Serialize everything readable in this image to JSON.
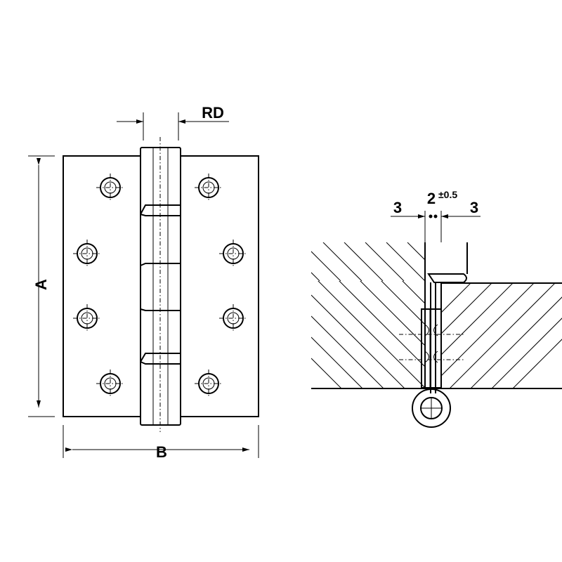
{
  "front_view": {
    "label_a": "A",
    "label_b": "B",
    "label_rd": "RD"
  },
  "section_view": {
    "label_gap": "2",
    "label_tolerance": "±0.5",
    "label_left_offset": "3",
    "label_right_offset": "3"
  }
}
